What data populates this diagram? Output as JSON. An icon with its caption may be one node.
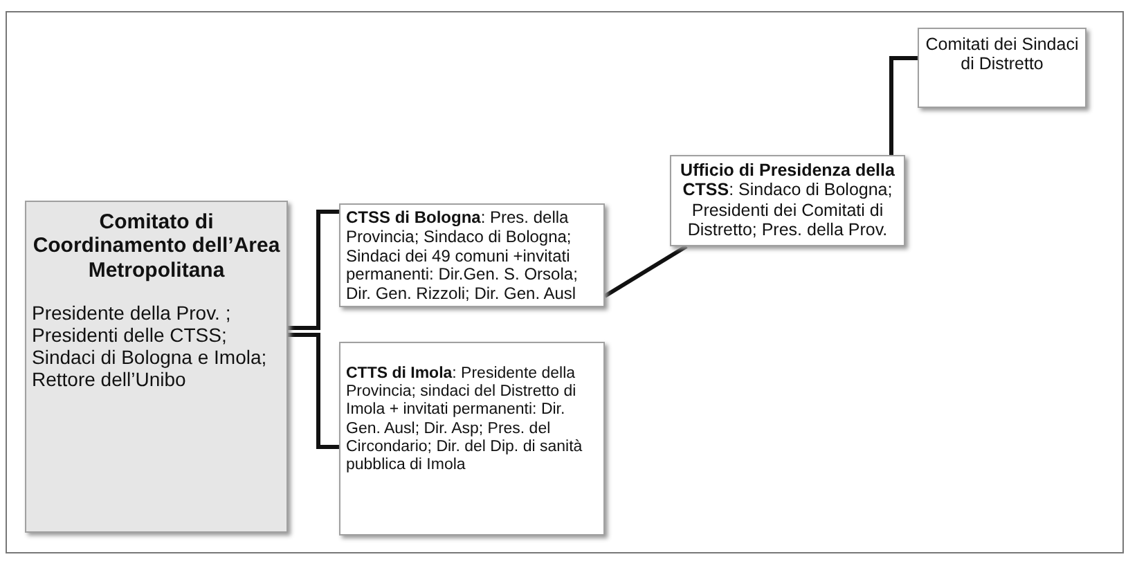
{
  "diagram": {
    "nodes": [
      {
        "text": [
          "Comitato di Coordinamento dell’Area Metropolitana",
          "Presidente della Prov. ; Presidenti delle CTSS; Sindaci di Bologna e Imola; Rettore dell’Unibo"
        ]
      },
      {
        "text": [
          "**CTSS di Bologna**: Pres. della Provincia; Sindaco di Bologna; Sindaci dei 49 comuni +invitati permanenti: Dir.Gen. S. Orsola; Dir. Gen. Rizzoli; Dir. Gen. Ausl"
        ]
      },
      {
        "text": [
          "**CTTS di Imola**: Presidente della Provincia; sindaci del Distretto di Imola + invitati permanenti: Dir. Gen. Ausl; Dir. Asp; Pres. del Circondario; Dir. del Dip. di sanità pubblica di Imola"
        ]
      },
      {
        "text": [
          "**Ufficio di Presidenza della CTSS**: Sindaco di Bologna; Presidenti dei Comitati di Distretto; Pres. della Prov."
        ]
      },
      {
        "text": [
          "Comitati dei Sindaci di Distretto"
        ]
      }
    ],
    "edges": [
      {
        "from": 0,
        "to": 1,
        "arrow": "none"
      },
      {
        "from": 0,
        "to": 2,
        "arrow": "none"
      },
      {
        "from": 1,
        "to": 3,
        "arrow": "none"
      },
      {
        "from": 3,
        "to": 4,
        "arrow": "none"
      }
    ]
  }
}
